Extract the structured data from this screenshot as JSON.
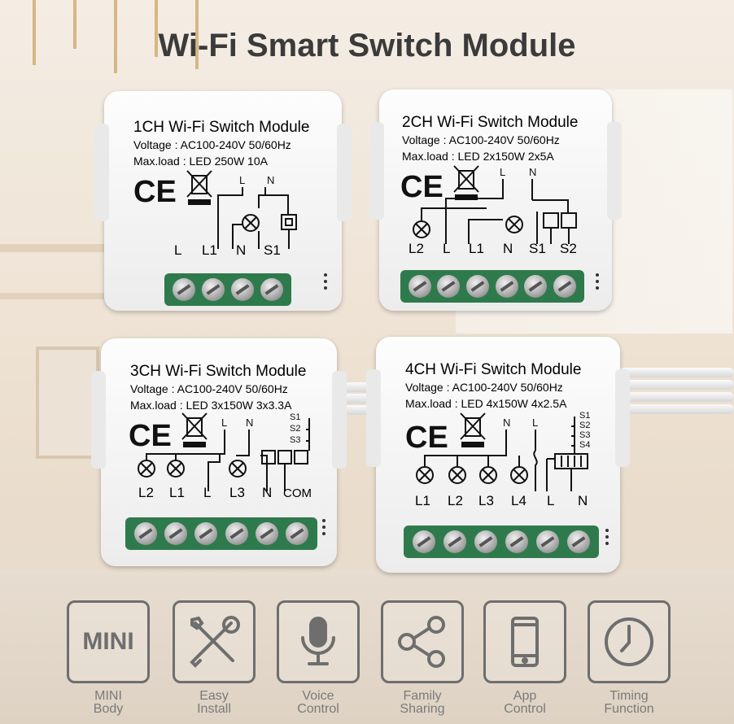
{
  "title": "Wi-Fi Smart Switch Module",
  "modules": [
    {
      "title": "1CH Wi-Fi Switch Module",
      "voltage": "Voltage : AC100-240V 50/60Hz",
      "maxload": "Max.load : LED 250W  10A",
      "top_labels": [
        "L",
        "N"
      ],
      "bottom_labels": [
        "L",
        "L1",
        "N",
        "S1"
      ]
    },
    {
      "title": "2CH Wi-Fi Switch Module",
      "voltage": "Voltage : AC100-240V 50/60Hz",
      "maxload": "Max.load : LED 2x150W  2x5A",
      "top_labels": [
        "L",
        "N"
      ],
      "bottom_labels": [
        "L2",
        "L",
        "L1",
        "N",
        "S1",
        "S2"
      ]
    },
    {
      "title": "3CH Wi-Fi Switch Module",
      "voltage": "Voltage : AC100-240V 50/60Hz",
      "maxload": "Max.load : LED 3x150W  3x3.3A",
      "top_labels": [
        "L",
        "N"
      ],
      "side_labels": [
        "S1",
        "S2",
        "S3"
      ],
      "bottom_labels": [
        "L2",
        "L1",
        "L",
        "L3",
        "N",
        "COM"
      ]
    },
    {
      "title": "4CH Wi-Fi Switch Module",
      "voltage": "Voltage : AC100-240V 50/60Hz",
      "maxload": "Max.load : LED 4x150W  4x2.5A",
      "top_labels": [
        "N",
        "L"
      ],
      "side_labels": [
        "S1",
        "S2",
        "S3",
        "S4"
      ],
      "bottom_labels": [
        "L1",
        "L2",
        "L3",
        "L4",
        "L",
        "N"
      ]
    }
  ],
  "ce_mark": "CE",
  "features": [
    {
      "icon": "mini-icon",
      "icon_text": "MINI",
      "line1": "MINI",
      "line2": "Body"
    },
    {
      "icon": "tools-icon",
      "line1": "Easy",
      "line2": "Install"
    },
    {
      "icon": "microphone-icon",
      "line1": "Voice",
      "line2": "Control"
    },
    {
      "icon": "share-icon",
      "line1": "Family",
      "line2": "Sharing"
    },
    {
      "icon": "phone-icon",
      "line1": "App",
      "line2": "Control"
    },
    {
      "icon": "clock-icon",
      "line1": "Timing",
      "line2": "Function"
    }
  ],
  "colors": {
    "terminal": "#2f7a4c",
    "title": "#3b3b3b",
    "feature": "#6e6e6e"
  }
}
